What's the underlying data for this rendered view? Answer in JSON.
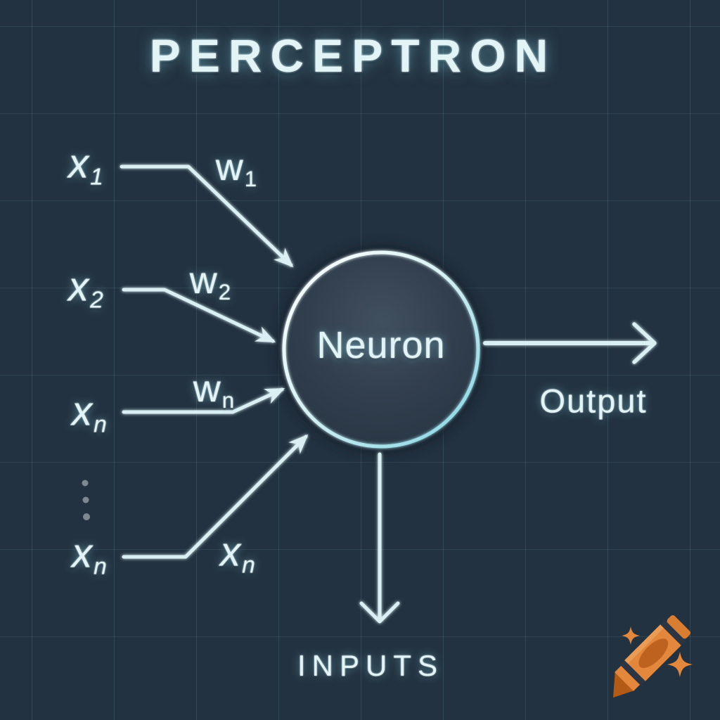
{
  "title": "PERCEPTRON",
  "neuron": {
    "label": "Neuron"
  },
  "output": {
    "label": "Output"
  },
  "inputs_caption": "INPUTS",
  "input_nodes": [
    {
      "base": "x",
      "sub": "1"
    },
    {
      "base": "x",
      "sub": "2"
    },
    {
      "base": "x",
      "sub": "n"
    },
    {
      "base": "x",
      "sub": "n"
    }
  ],
  "connection_labels": [
    {
      "base": "w",
      "sub": "1"
    },
    {
      "base": "w",
      "sub": "2"
    },
    {
      "base": "w",
      "sub": "n"
    },
    {
      "base": "x",
      "sub": "n"
    }
  ],
  "ellipsis_dot_count": 3,
  "logo": {
    "name": "orange-crayon-with-sparkles",
    "sparkles": 2
  },
  "colors": {
    "background": "#233240",
    "grid_line": "#3c5a6b",
    "neon_stroke": "#d9eff3",
    "neon_glow": "#8fd7e4",
    "neuron_fill": "#31404e",
    "ring_cyan": "#7fd3e2",
    "crayon_orange": "#e2873b",
    "crayon_dark_orange": "#b35a17",
    "crayon_stripe": "#2b3544"
  }
}
